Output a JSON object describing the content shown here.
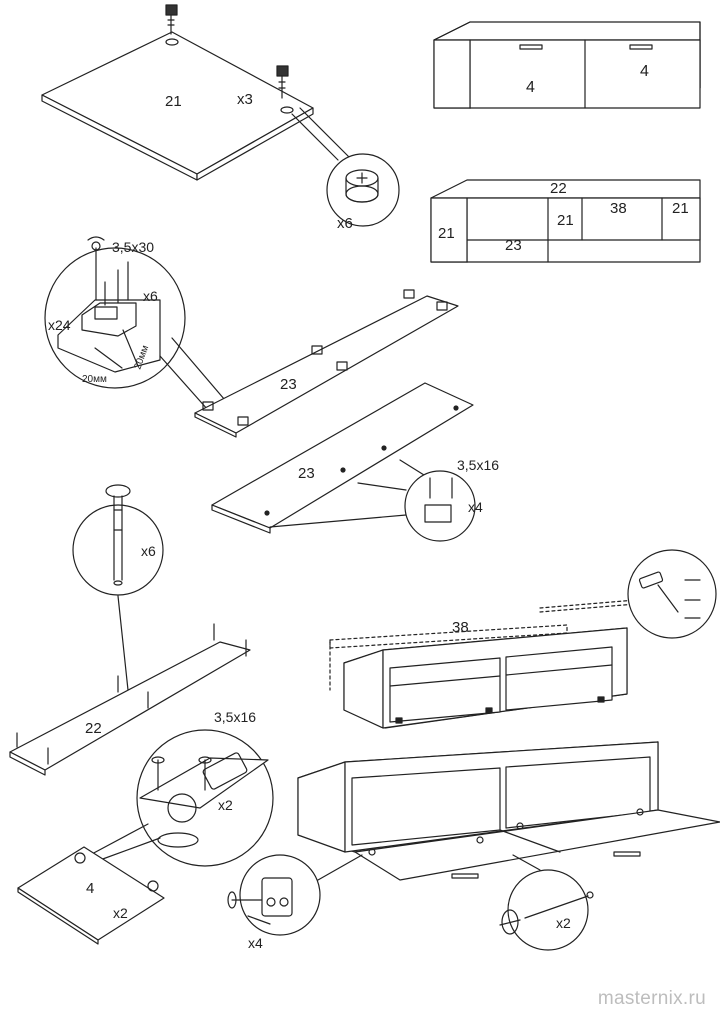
{
  "labels": {
    "panel_21": "21",
    "x3": "x3",
    "x6_camlock": "x6",
    "door_left": "4",
    "door_right": "4",
    "frame_top": "22",
    "frame_left": "21",
    "frame_mid": "21",
    "frame_back": "38",
    "frame_right": "21",
    "frame_bottom": "23",
    "screw_3530": "3,5x30",
    "x6_feet": "x6",
    "x24": "x24",
    "dim_20_a": "20мм",
    "dim_20_b": "20мм",
    "board_23_top": "23",
    "board_23_bottom": "23",
    "screw_3516_a": "3,5x16",
    "x4_plates": "x4",
    "x6_dowels": "x6",
    "board_22": "22",
    "screw_3516_b": "3,5x16",
    "x2_hinge": "x2",
    "door_4": "4",
    "x2_doors": "x2",
    "back_38": "38",
    "x4_hinges": "x4",
    "x2_handles": "x2"
  },
  "watermark": "masternix.ru"
}
